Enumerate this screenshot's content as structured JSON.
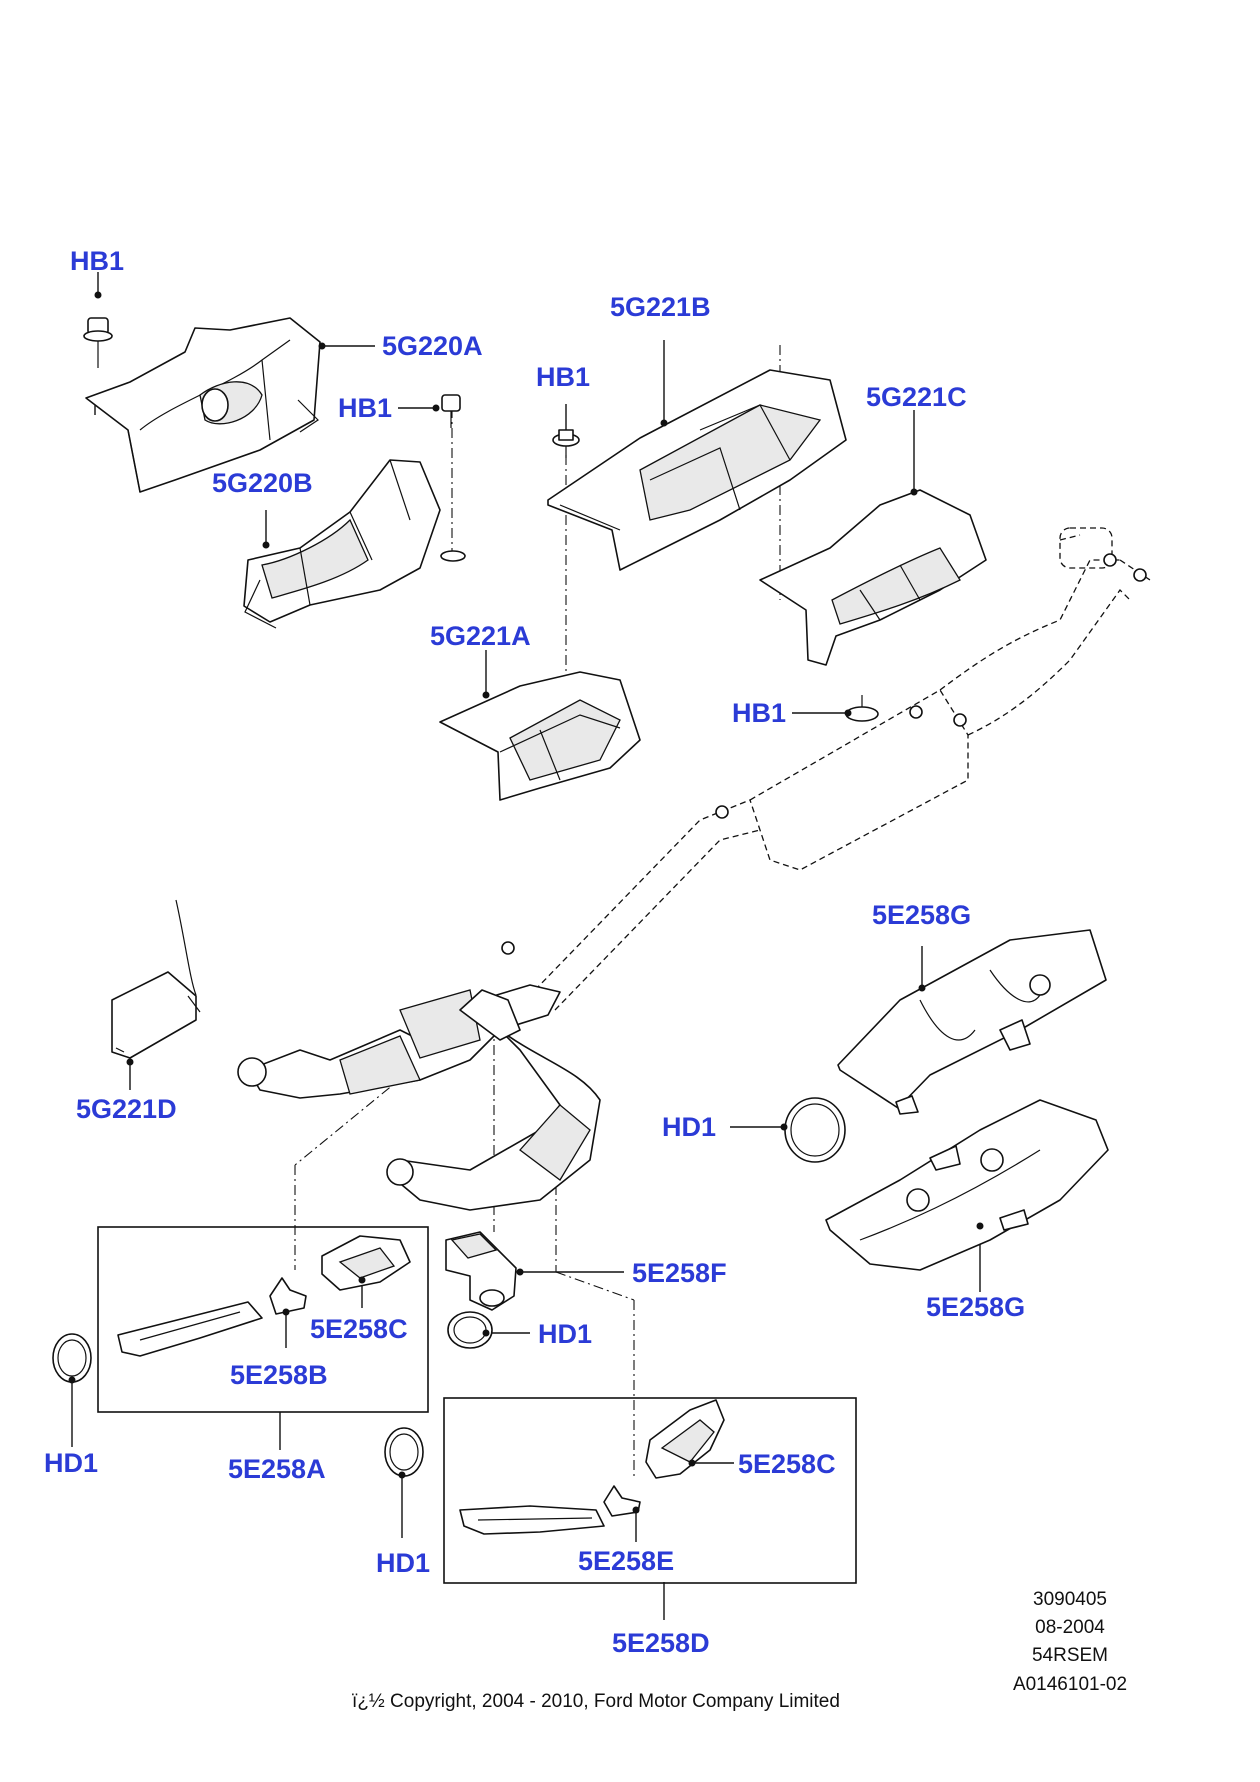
{
  "callouts": {
    "hb1_top": "HB1",
    "p_5g220a": "5G220A",
    "hb1_mid_left": "HB1",
    "p_5g220b": "5G220B",
    "p_5g221b": "5G221B",
    "hb1_center": "HB1",
    "p_5g221c": "5G221C",
    "p_5g221a": "5G221A",
    "hb1_right": "HB1",
    "p_5e258g_top": "5E258G",
    "p_5g221d": "5G221D",
    "hd1_right": "HD1",
    "p_5e258f": "5E258F",
    "p_5e258g_bottom": "5E258G",
    "p_5e258c_left": "5E258C",
    "p_5e258b": "5E258B",
    "hd1_center": "HD1",
    "hd1_left": "HD1",
    "p_5e258a": "5E258A",
    "p_5e258c_right": "5E258C",
    "p_5e258e": "5E258E",
    "hd1_bottom": "HD1",
    "p_5e258d": "5E258D"
  },
  "reference": {
    "line1": "3090405",
    "line2": "08-2004",
    "line3": "54RSEM",
    "line4": "A0146101-02"
  },
  "copyright": "ï¿½ Copyright, 2004 - 2010, Ford Motor Company Limited",
  "colors": {
    "callout": "#2b3bd6",
    "line": "#111111",
    "background": "#ffffff"
  }
}
